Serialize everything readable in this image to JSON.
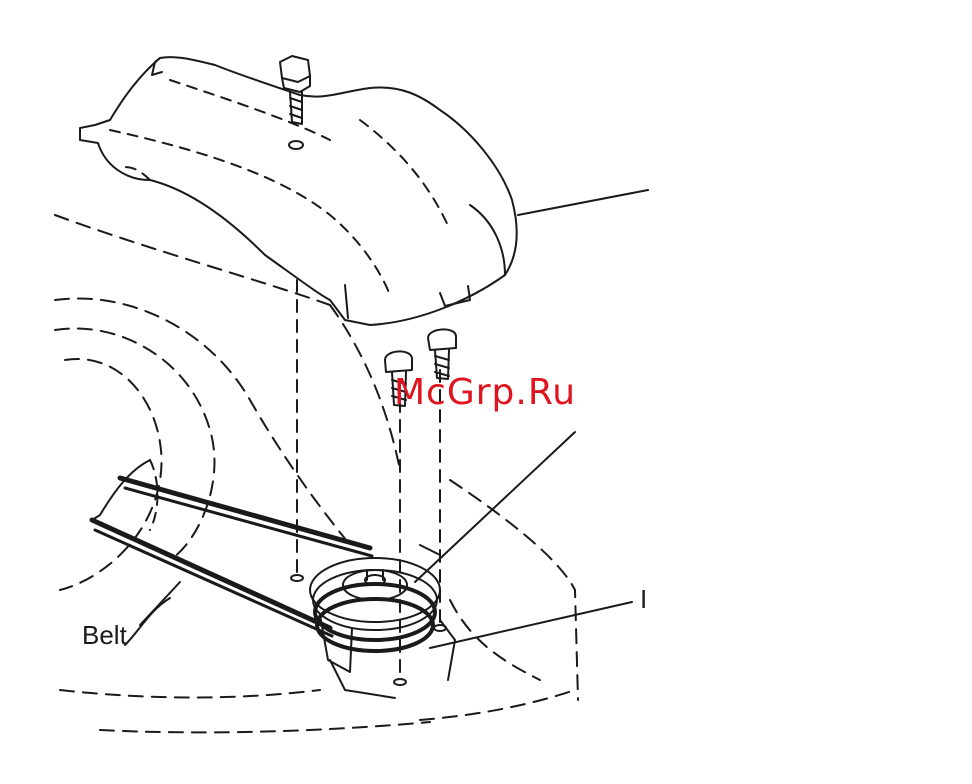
{
  "labels": {
    "belt": "Belt",
    "cut_label": "I"
  },
  "watermark": {
    "text": "McGrp.Ru",
    "color": "#e0141e"
  },
  "colors": {
    "ink": "#1a1a1a",
    "paper": "#ffffff"
  }
}
